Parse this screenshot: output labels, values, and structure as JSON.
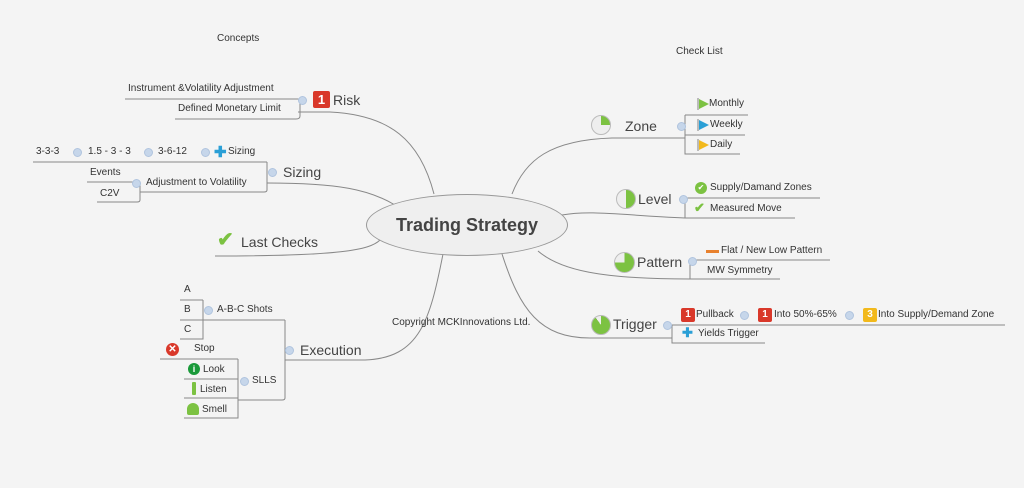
{
  "labels": {
    "concepts": "Concepts",
    "checklist": "Check List",
    "copyright": "Copyright MCKInnovations Ltd."
  },
  "central": "Trading Strategy",
  "left": {
    "risk": {
      "label": "Risk",
      "priority": "1",
      "children": [
        "Instrument &Volatility Adjustment",
        "Defined Monetary Limit"
      ]
    },
    "sizing": {
      "label": "Sizing",
      "sub": "Sizing",
      "chain": [
        "3-6-12",
        "1.5 - 3 - 3",
        "3-3-3"
      ],
      "volatility": "Adjustment to Volatility",
      "volatility_children": [
        "Events",
        "C2V"
      ]
    },
    "last_checks": {
      "label": "Last Checks"
    },
    "execution": {
      "label": "Execution",
      "abc": "A-B-C Shots",
      "abc_children": [
        "A",
        "B",
        "C"
      ],
      "stop": "Stop",
      "slls": "SLLS",
      "slls_children": [
        "Look",
        "Listen",
        "Smell"
      ]
    }
  },
  "right": {
    "zone": {
      "label": "Zone",
      "children": [
        "Monthly",
        "Weekly",
        "Daily"
      ]
    },
    "level": {
      "label": "Level",
      "children": [
        "Supply/Damand Zones",
        "Measured Move"
      ]
    },
    "pattern": {
      "label": "Pattern",
      "children": [
        "Flat / New Low Pattern",
        "MW Symmetry"
      ]
    },
    "trigger": {
      "label": "Trigger",
      "chain": [
        {
          "label": "Pullback",
          "priority": "1"
        },
        {
          "label": "Into 50%-65%",
          "priority": "1"
        },
        {
          "label": "Into Supply/Demand Zone",
          "priority": "3"
        }
      ],
      "yields": "Yields Trigger"
    }
  },
  "colors": {
    "priority1": "#d9382a",
    "priority3": "#f2b91c",
    "green": "#7cc242",
    "blue": "#2a9fd6"
  }
}
